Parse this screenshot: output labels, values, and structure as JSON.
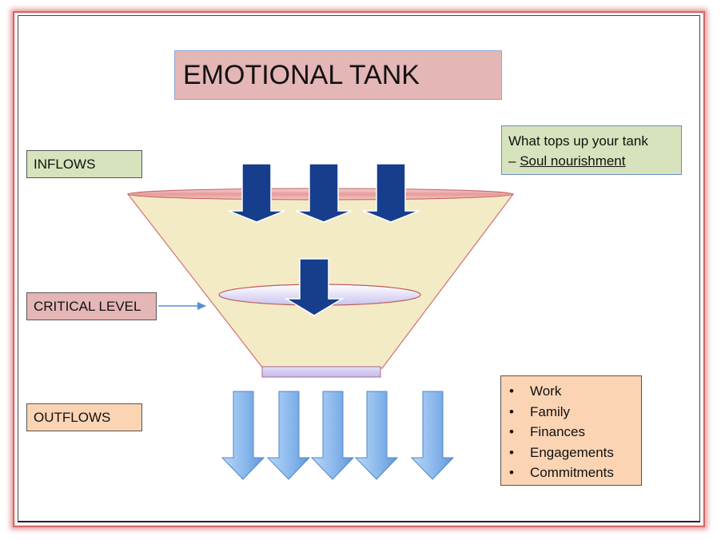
{
  "title": "EMOTIONAL TANK",
  "labels": {
    "inflows": "INFLOWS",
    "critical_level": "CRITICAL LEVEL",
    "outflows": "OUTFLOWS"
  },
  "tops_up": {
    "line1": "What tops up your tank",
    "dash": "– ",
    "underlined": "Soul nourishment"
  },
  "outflow_items": [
    "Work",
    "Family",
    "Finances",
    "Engagements",
    "Commitments"
  ],
  "colors": {
    "frame_glow": "#d2686a",
    "title_bg": "#e5b6b6",
    "green_bg": "#d6e3bc",
    "orange_bg": "#fbd4b4",
    "tank_fill": "#f2ebc6",
    "tank_edge": "#d07070",
    "inflow_arrow": "#1a3f8a",
    "outflow_arrow": "#8ab8ec"
  }
}
